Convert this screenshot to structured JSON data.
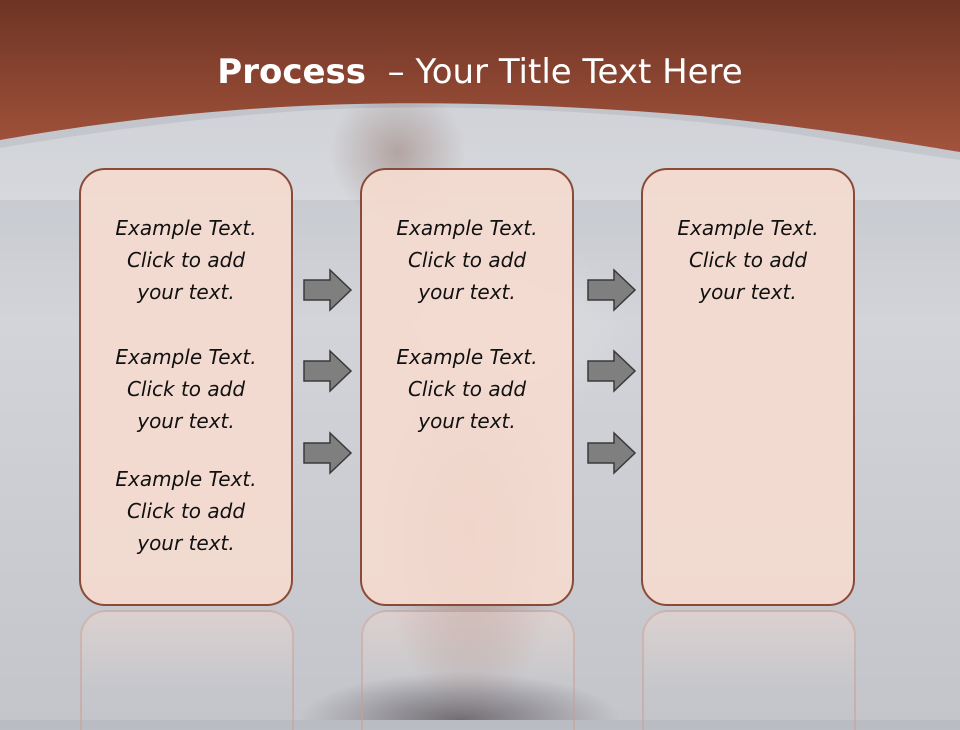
{
  "slide": {
    "title_bold": "Process",
    "title_rest": "– Your Title Text Here",
    "colors": {
      "header": "#8a4533",
      "box_fill": "#f4dad0",
      "box_border": "#8a4a38",
      "arrow_fill": "#7f7f7f"
    }
  },
  "columns": [
    {
      "blocks": [
        {
          "lines": [
            "Example Text.",
            "Click  to add",
            "your text."
          ]
        },
        {
          "lines": [
            "Example Text.",
            "Click  to add",
            "your text."
          ]
        },
        {
          "lines": [
            "Example Text.",
            "Click  to add",
            "your text."
          ]
        }
      ]
    },
    {
      "blocks": [
        {
          "lines": [
            "Example Text.",
            "Click  to add",
            "your text."
          ]
        },
        {
          "lines": [
            "Example Text.",
            "Click  to add",
            "your text."
          ]
        }
      ]
    },
    {
      "blocks": [
        {
          "lines": [
            "Example Text.",
            "Click  to add",
            "your text."
          ]
        }
      ]
    }
  ],
  "arrows": {
    "icon": "right-arrow-icon",
    "group1_count": 3,
    "group2_count": 3
  }
}
